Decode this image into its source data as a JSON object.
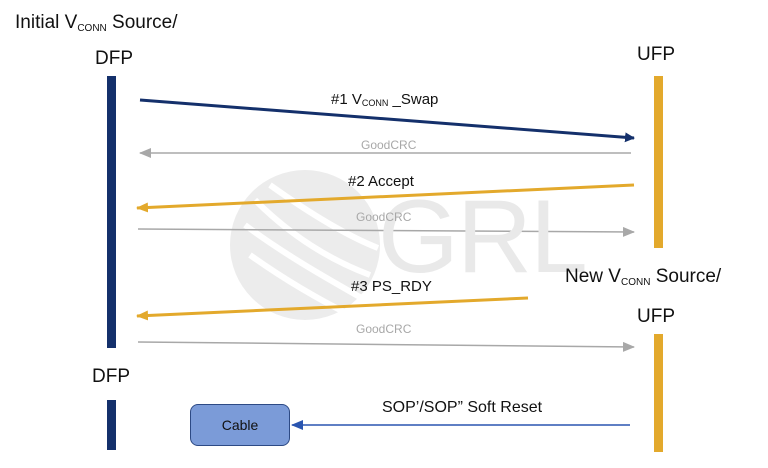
{
  "labels": {
    "initial_source": {
      "pre": "Initial V",
      "sub": "CONN",
      "post": " Source/"
    },
    "dfp_top": "DFP",
    "ufp_top": "UFP",
    "new_source": {
      "pre": "New V",
      "sub": "CONN",
      "post": " Source/"
    },
    "ufp_bottom": "UFP",
    "dfp_bottom": "DFP"
  },
  "messages": {
    "m1": {
      "pre": "#1 V",
      "sub": "CONN",
      "post": " _Swap"
    },
    "ack1": "GoodCRC",
    "m2": "#2 Accept",
    "ack2": "GoodCRC",
    "m3": "#3 PS_RDY",
    "ack3": "GoodCRC",
    "soft_reset": "SOP’/SOP” Soft Reset"
  },
  "cable": {
    "label": "Cable"
  },
  "watermark": {
    "text": "GRL"
  },
  "colors": {
    "dfp_line": "#14306b",
    "ufp_line": "#e3a92c",
    "ack_arrow": "#a8a8a8",
    "cable_fill": "#7b9bd8",
    "soft_reset_arrow": "#2a55b0"
  }
}
